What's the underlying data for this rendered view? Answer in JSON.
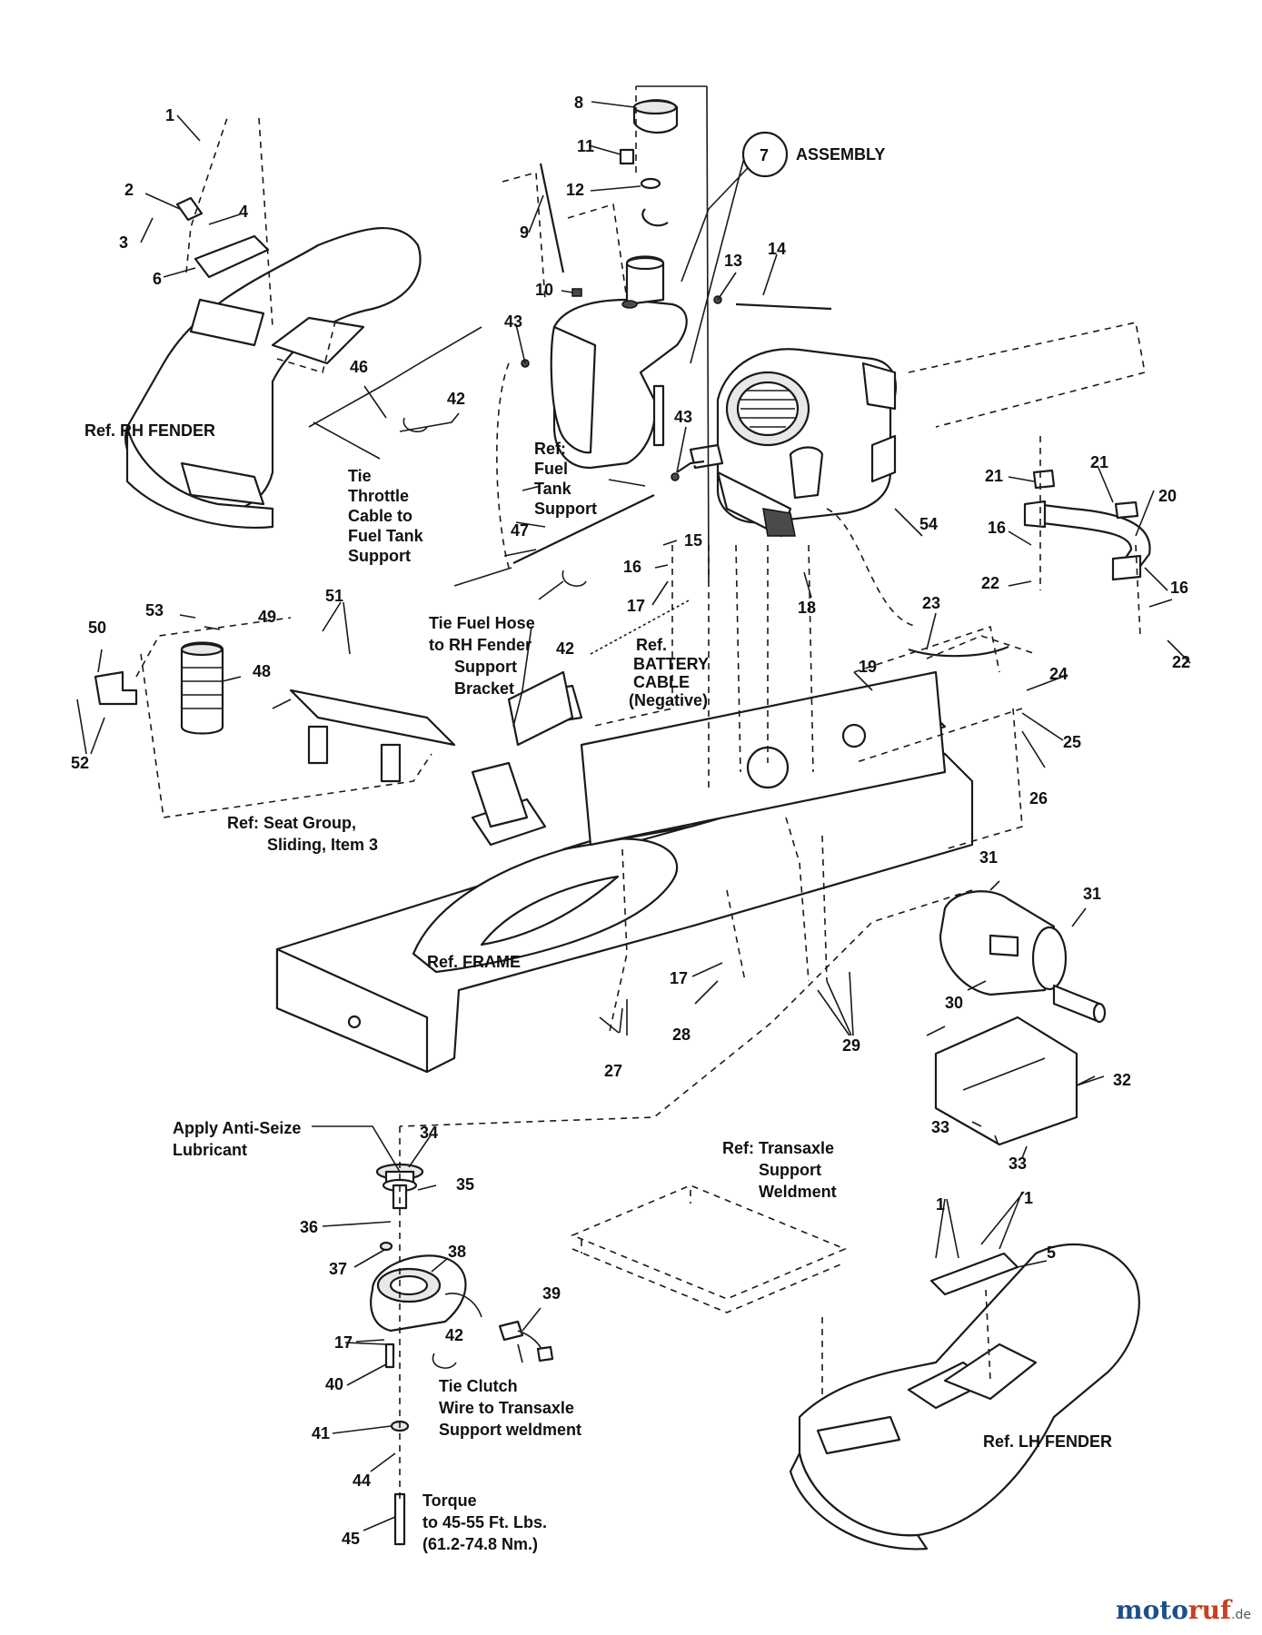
{
  "callouts": [
    {
      "id": "1a",
      "text": "1"
    },
    {
      "id": "2",
      "text": "2"
    },
    {
      "id": "3",
      "text": "3"
    },
    {
      "id": "4",
      "text": "4"
    },
    {
      "id": "6",
      "text": "6"
    },
    {
      "id": "8",
      "text": "8"
    },
    {
      "id": "9",
      "text": "9"
    },
    {
      "id": "10",
      "text": "10"
    },
    {
      "id": "11",
      "text": "11"
    },
    {
      "id": "12",
      "text": "12"
    },
    {
      "id": "13",
      "text": "13"
    },
    {
      "id": "14",
      "text": "14"
    },
    {
      "id": "15",
      "text": "15"
    },
    {
      "id": "16a",
      "text": "16"
    },
    {
      "id": "16b",
      "text": "16"
    },
    {
      "id": "16c",
      "text": "16"
    },
    {
      "id": "17a",
      "text": "17"
    },
    {
      "id": "17b",
      "text": "17"
    },
    {
      "id": "17c",
      "text": "17"
    },
    {
      "id": "18",
      "text": "18"
    },
    {
      "id": "19",
      "text": "19"
    },
    {
      "id": "20",
      "text": "20"
    },
    {
      "id": "21a",
      "text": "21"
    },
    {
      "id": "21b",
      "text": "21"
    },
    {
      "id": "22a",
      "text": "22"
    },
    {
      "id": "22b",
      "text": "22"
    },
    {
      "id": "23",
      "text": "23"
    },
    {
      "id": "24",
      "text": "24"
    },
    {
      "id": "25",
      "text": "25"
    },
    {
      "id": "26",
      "text": "26"
    },
    {
      "id": "27",
      "text": "27"
    },
    {
      "id": "28",
      "text": "28"
    },
    {
      "id": "29",
      "text": "29"
    },
    {
      "id": "30",
      "text": "30"
    },
    {
      "id": "31a",
      "text": "31"
    },
    {
      "id": "31b",
      "text": "31"
    },
    {
      "id": "32",
      "text": "32"
    },
    {
      "id": "33a",
      "text": "33"
    },
    {
      "id": "33b",
      "text": "33"
    },
    {
      "id": "34",
      "text": "34"
    },
    {
      "id": "35",
      "text": "35"
    },
    {
      "id": "36",
      "text": "36"
    },
    {
      "id": "37",
      "text": "37"
    },
    {
      "id": "38",
      "text": "38"
    },
    {
      "id": "39",
      "text": "39"
    },
    {
      "id": "40",
      "text": "40"
    },
    {
      "id": "41",
      "text": "41"
    },
    {
      "id": "42a",
      "text": "42"
    },
    {
      "id": "42b",
      "text": "42"
    },
    {
      "id": "42c",
      "text": "42"
    },
    {
      "id": "43a",
      "text": "43"
    },
    {
      "id": "43b",
      "text": "43"
    },
    {
      "id": "44",
      "text": "44"
    },
    {
      "id": "45",
      "text": "45"
    },
    {
      "id": "46",
      "text": "46"
    },
    {
      "id": "47",
      "text": "47"
    },
    {
      "id": "48",
      "text": "48"
    },
    {
      "id": "49",
      "text": "49"
    },
    {
      "id": "50",
      "text": "50"
    },
    {
      "id": "51",
      "text": "51"
    },
    {
      "id": "52",
      "text": "52"
    },
    {
      "id": "53",
      "text": "53"
    },
    {
      "id": "54",
      "text": "54"
    },
    {
      "id": "1b",
      "text": "1"
    },
    {
      "id": "1c",
      "text": "1"
    },
    {
      "id": "5",
      "text": "5"
    },
    {
      "id": "7",
      "text": "7"
    }
  ],
  "labels": {
    "assembly": "ASSEMBLY",
    "rh_fender": "Ref. RH FENDER",
    "lh_fender": "Ref. LH FENDER",
    "frame": "Ref. FRAME",
    "tie_throttle": [
      "Tie",
      "Throttle",
      "Cable to",
      "Fuel Tank",
      "Support"
    ],
    "fuel_tank_support": [
      "Ref:",
      "Fuel",
      "Tank",
      "Support"
    ],
    "tie_fuel_hose": [
      "Tie Fuel Hose",
      "to RH Fender",
      "Support",
      "Bracket"
    ],
    "battery_cable": [
      "Ref.",
      "BATTERY",
      "CABLE",
      "(Negative)"
    ],
    "seat_group": [
      "Ref: Seat Group,",
      "Sliding, Item 3"
    ],
    "anti_seize": [
      "Apply Anti-Seize",
      "Lubricant"
    ],
    "transaxle": [
      "Ref: Transaxle",
      "Support",
      "Weldment"
    ],
    "tie_clutch": [
      "Tie Clutch",
      "Wire to Transaxle",
      "Support weldment"
    ],
    "torque": [
      "Torque",
      "to 45-55 Ft. Lbs.",
      "(61.2-74.8 Nm.)"
    ]
  },
  "watermark": {
    "part1": "moto",
    "part2": "ruf",
    "suffix": ".de"
  }
}
